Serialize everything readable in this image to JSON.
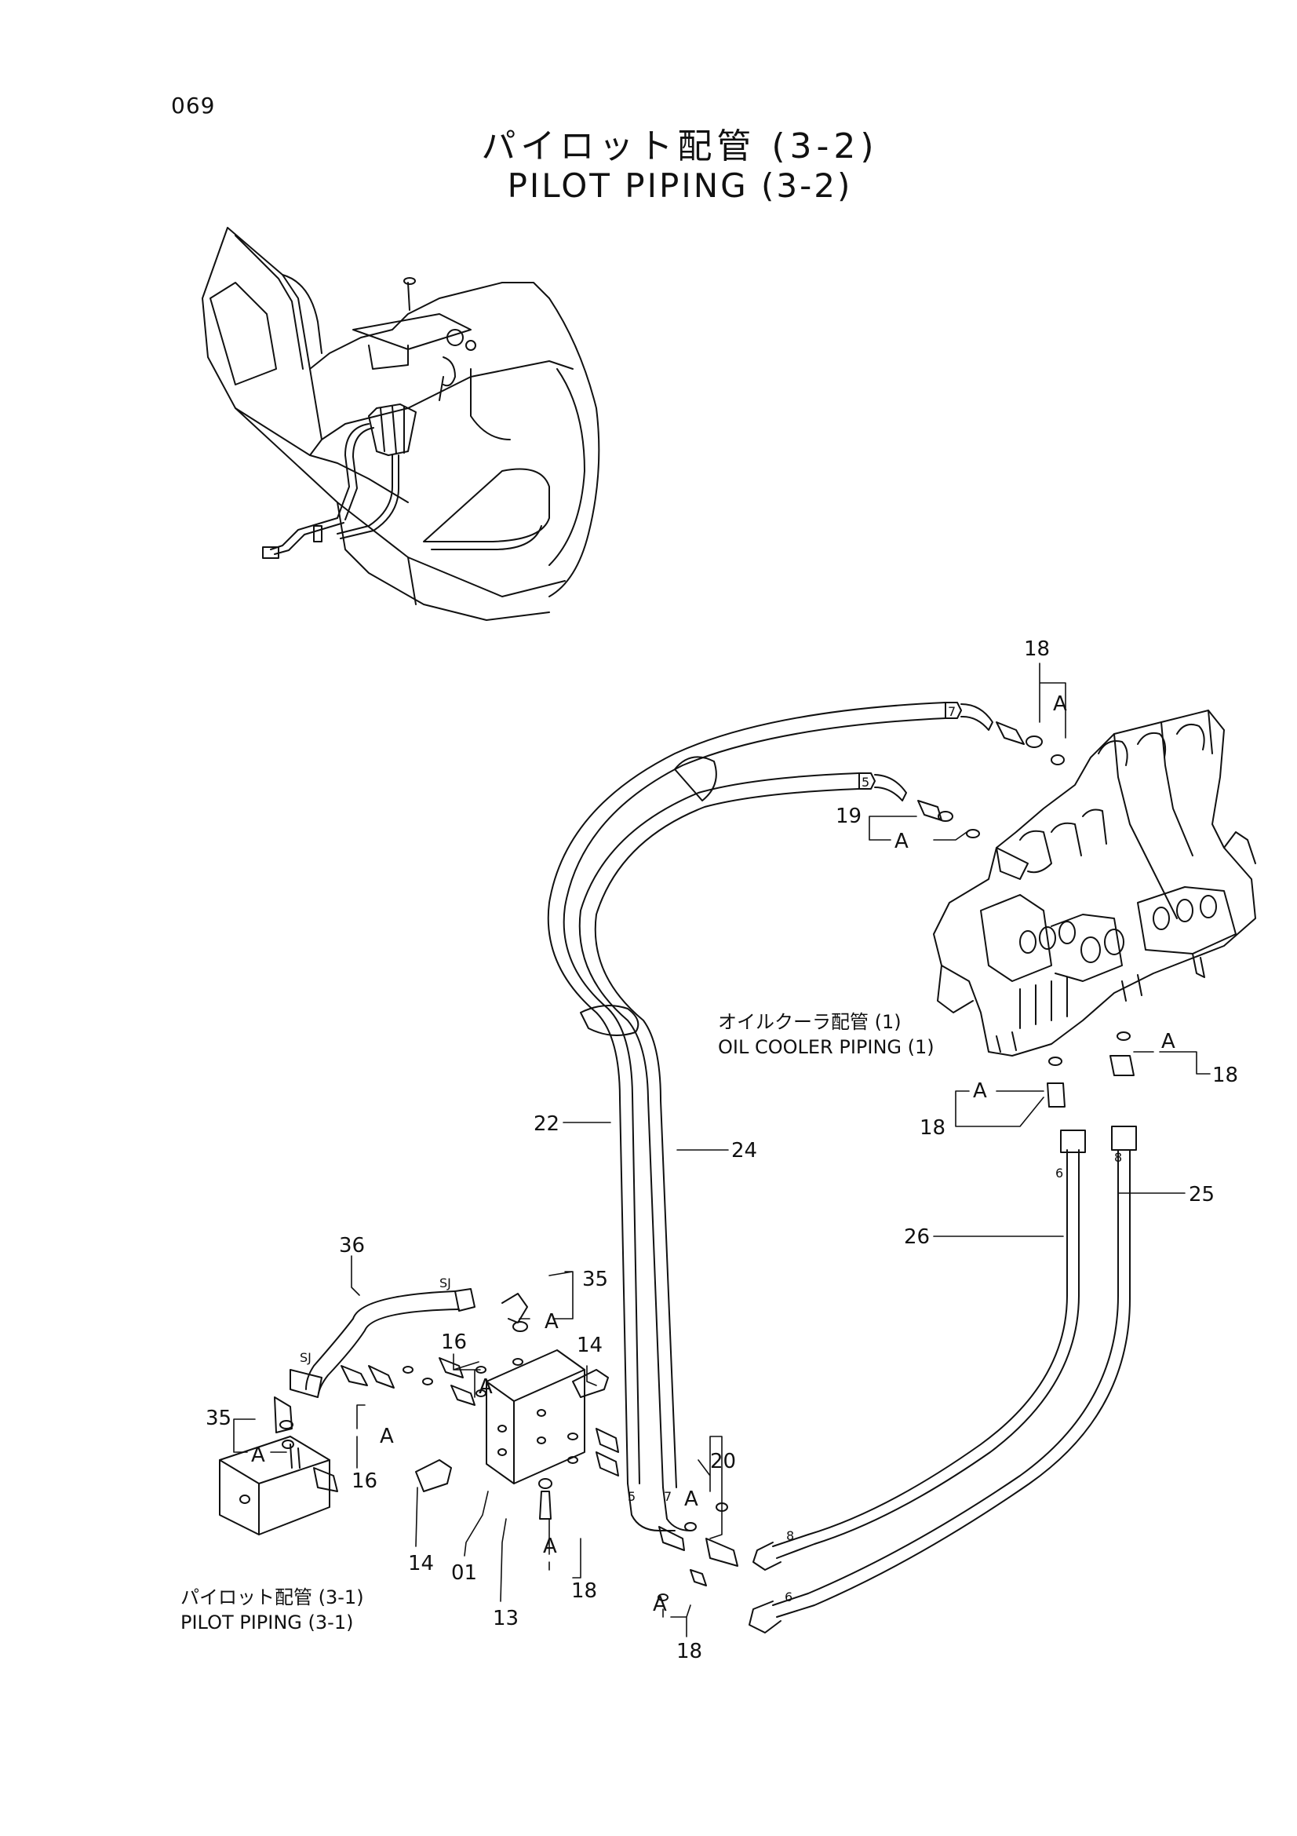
{
  "page_number": "069",
  "title": {
    "ja": "パイロット配管 (3-2)",
    "en": "PILOT PIPING (3-2)"
  },
  "references": {
    "oil_cooler": {
      "ja": "オイルクーラ配管 (1)",
      "en": "OIL COOLER PIPING (1)"
    },
    "pilot_3_1": {
      "ja": "パイロット配管 (3-1)",
      "en": "PILOT PIPING (3-1)"
    }
  },
  "callouts": {
    "p18_top": "18",
    "a_top": "A",
    "p19": "19",
    "a_19": "A",
    "p18_right": "18",
    "a_right": "A",
    "p18_mid": "18",
    "a_mid": "A",
    "p22": "22",
    "p24": "24",
    "p25": "25",
    "p26": "26",
    "p36": "36",
    "p35_right": "35",
    "a_35_right": "A",
    "p35_left": "35",
    "a_35_left": "A",
    "p16_top": "16",
    "a_16_top": "A",
    "p16_left": "16",
    "a_16_left": "A",
    "p14_right": "14",
    "p14_left": "14",
    "p01": "01",
    "p13": "13",
    "p18_bottom": "18",
    "a_18_bottom": "A",
    "p20": "20",
    "a_20": "A",
    "p18_lower": "18",
    "a_18_lower": "A"
  },
  "hose_marks": {
    "h7_top": "7",
    "h5_top": "5",
    "h6_top": "6",
    "h8_top": "8",
    "h5_bottom": "5",
    "h7_bottom": "7",
    "h8_bottom": "8",
    "h6_bottom": "6",
    "sj_a": "SJ",
    "sj_b": "SJ"
  }
}
